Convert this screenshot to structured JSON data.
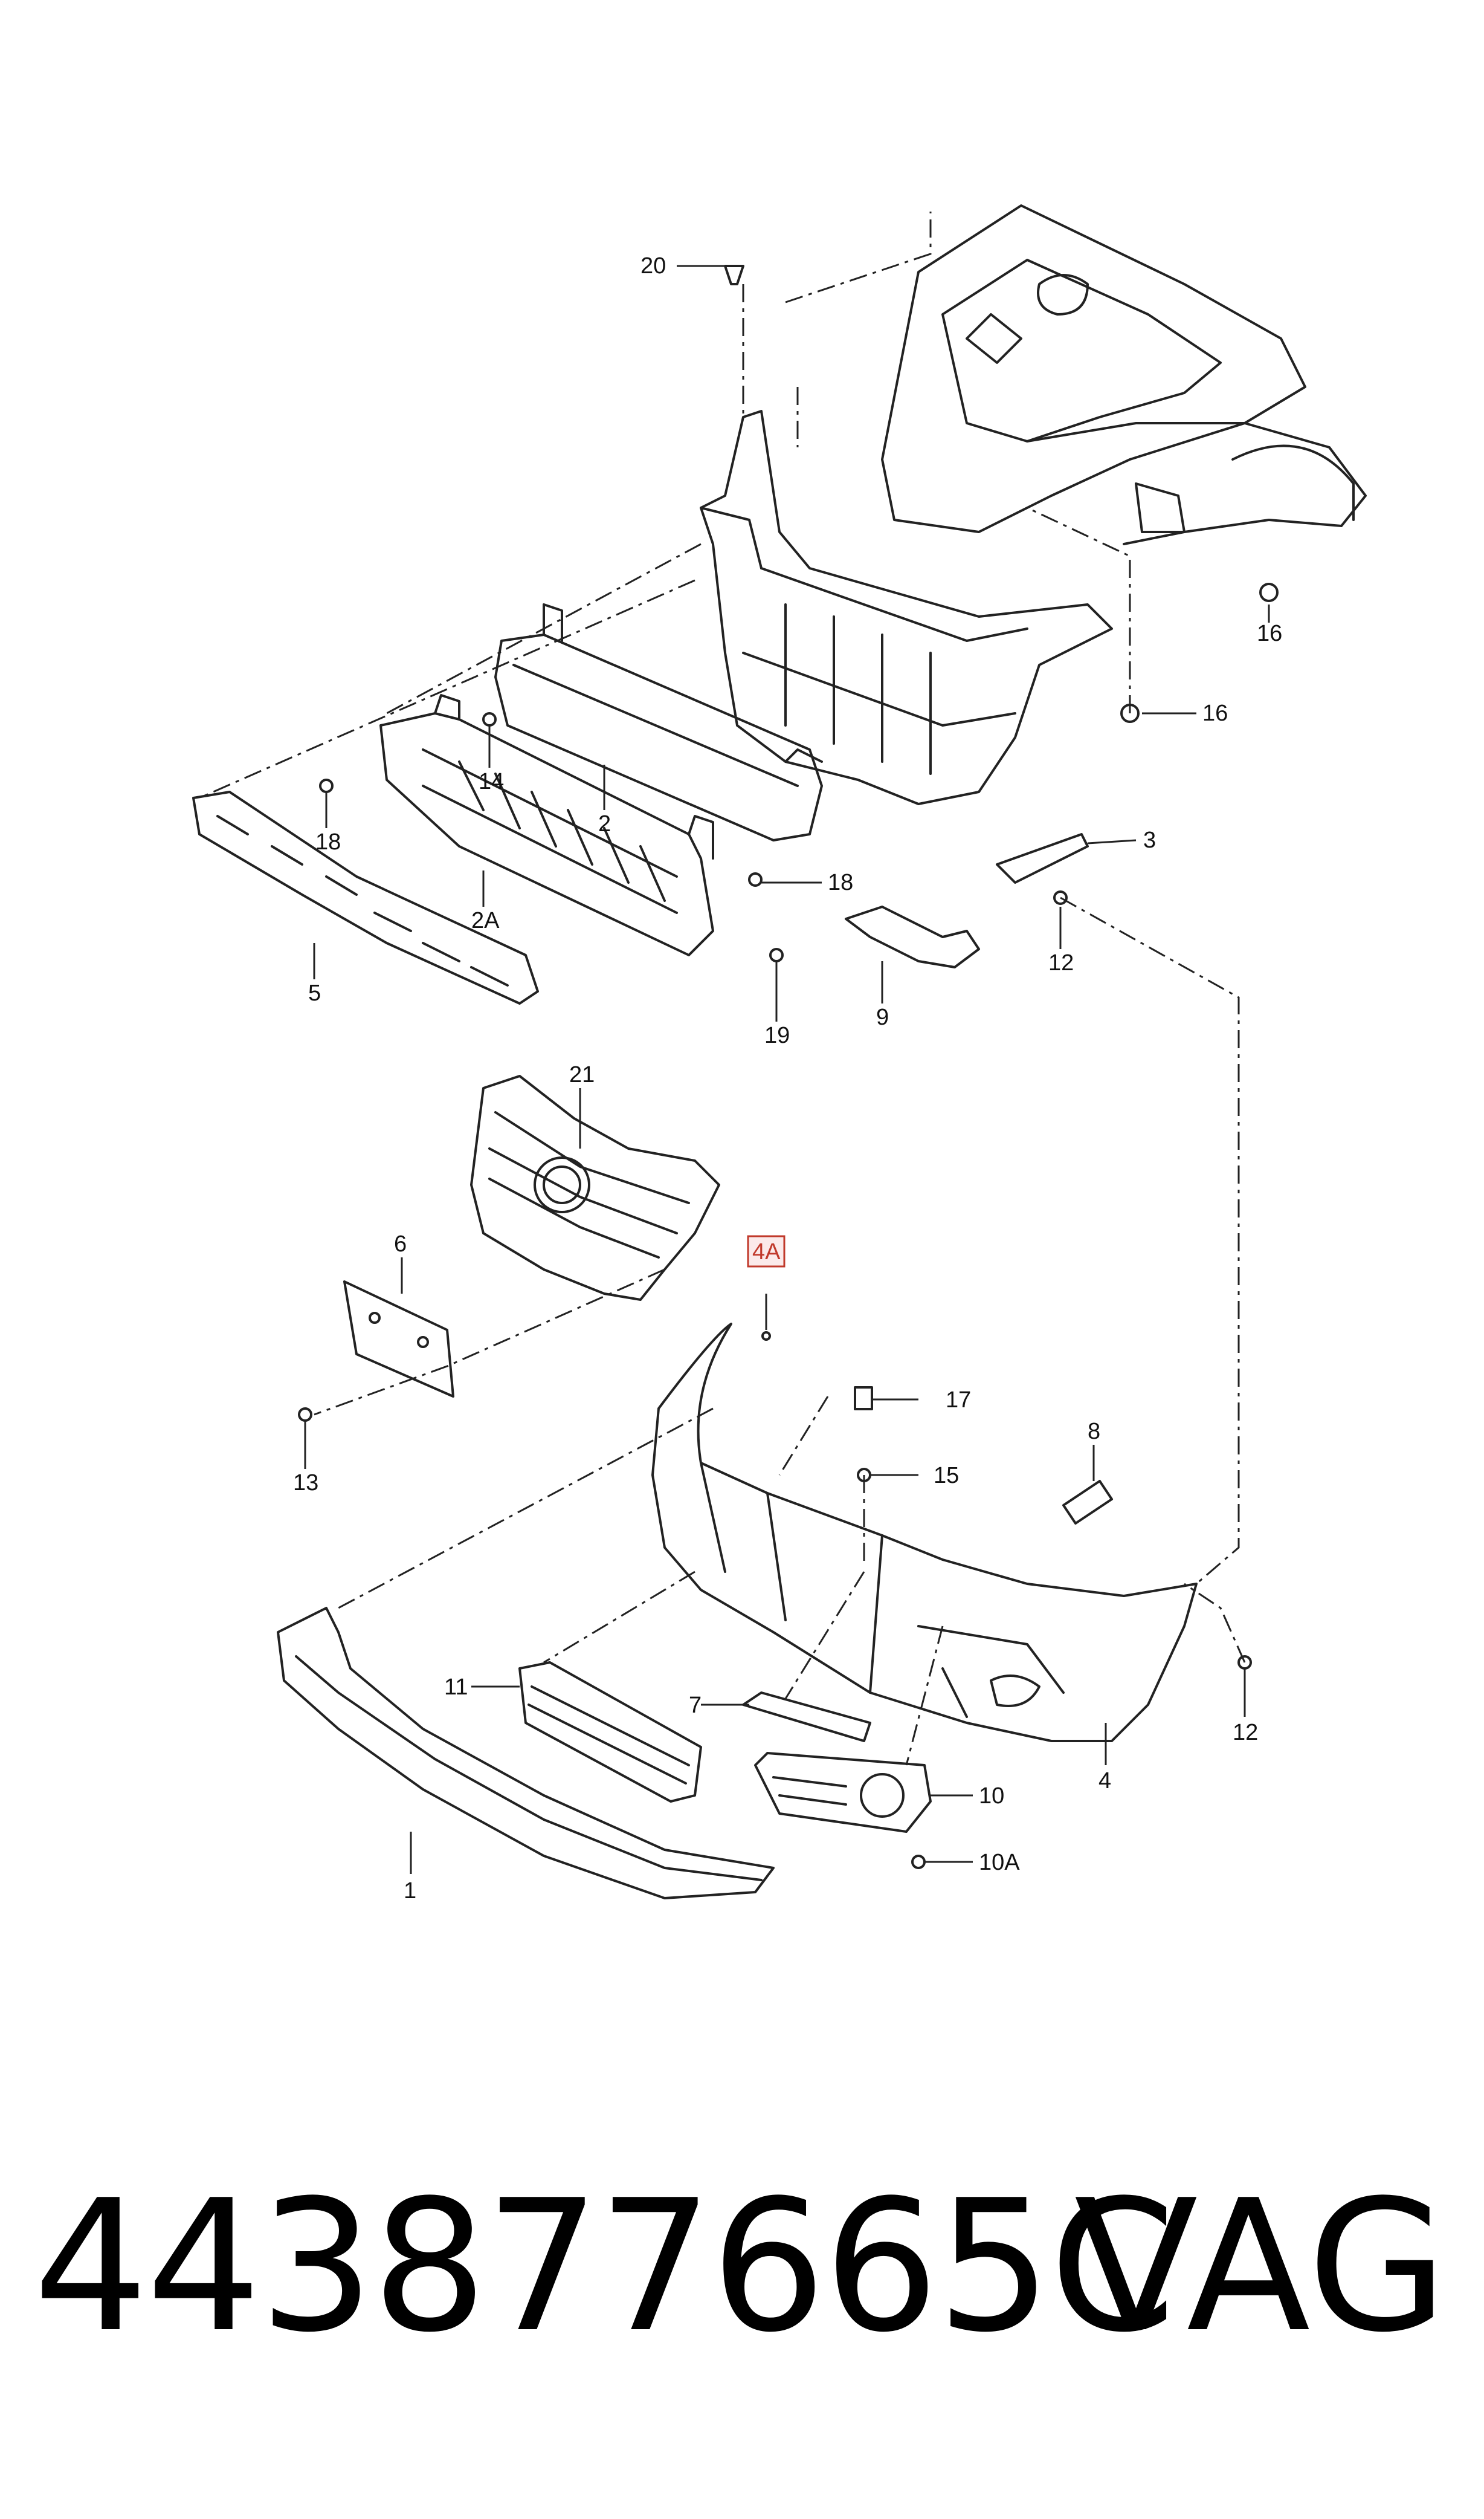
{
  "callouts": [
    {
      "id": "c20",
      "text": "20"
    },
    {
      "id": "c16a",
      "text": "16"
    },
    {
      "id": "c16b",
      "text": "16"
    },
    {
      "id": "c14",
      "text": "14"
    },
    {
      "id": "c2",
      "text": "2"
    },
    {
      "id": "c18a",
      "text": "18"
    },
    {
      "id": "c2A",
      "text": "2A"
    },
    {
      "id": "c5",
      "text": "5"
    },
    {
      "id": "c3",
      "text": "3"
    },
    {
      "id": "c18b",
      "text": "18"
    },
    {
      "id": "c12a",
      "text": "12"
    },
    {
      "id": "c19",
      "text": "19"
    },
    {
      "id": "c9",
      "text": "9"
    },
    {
      "id": "c21",
      "text": "21"
    },
    {
      "id": "c6",
      "text": "6"
    },
    {
      "id": "c4A",
      "text": "4A",
      "highlighted": true
    },
    {
      "id": "c13",
      "text": "13"
    },
    {
      "id": "c17",
      "text": "17"
    },
    {
      "id": "c15",
      "text": "15"
    },
    {
      "id": "c8",
      "text": "8"
    },
    {
      "id": "c11",
      "text": "11"
    },
    {
      "id": "c7",
      "text": "7"
    },
    {
      "id": "c12b",
      "text": "12"
    },
    {
      "id": "c4",
      "text": "4"
    },
    {
      "id": "c10",
      "text": "10"
    },
    {
      "id": "c10A",
      "text": "10A"
    },
    {
      "id": "c1",
      "text": "1"
    }
  ],
  "footer": {
    "part_number": "443877665C",
    "brand": "VAG"
  },
  "colors": {
    "line": "#222222",
    "highlight": "#c0392b",
    "background": "#ffffff"
  }
}
